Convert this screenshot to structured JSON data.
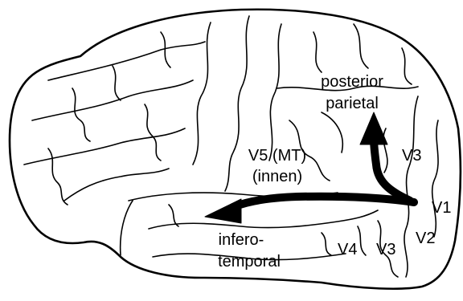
{
  "labels": {
    "posterior_line1": "posterior",
    "posterior_line2": "parietal",
    "v5_line1": "V5 (MT)",
    "v5_line2": "(innen)",
    "infero_line1": "infero-",
    "infero_line2": "temporal",
    "v3_upper": "V3",
    "v1": "V1",
    "v2": "V2",
    "v4": "V4",
    "v3_lower": "V3"
  },
  "colors": {
    "ink": "#000000",
    "paper": "#ffffff"
  }
}
